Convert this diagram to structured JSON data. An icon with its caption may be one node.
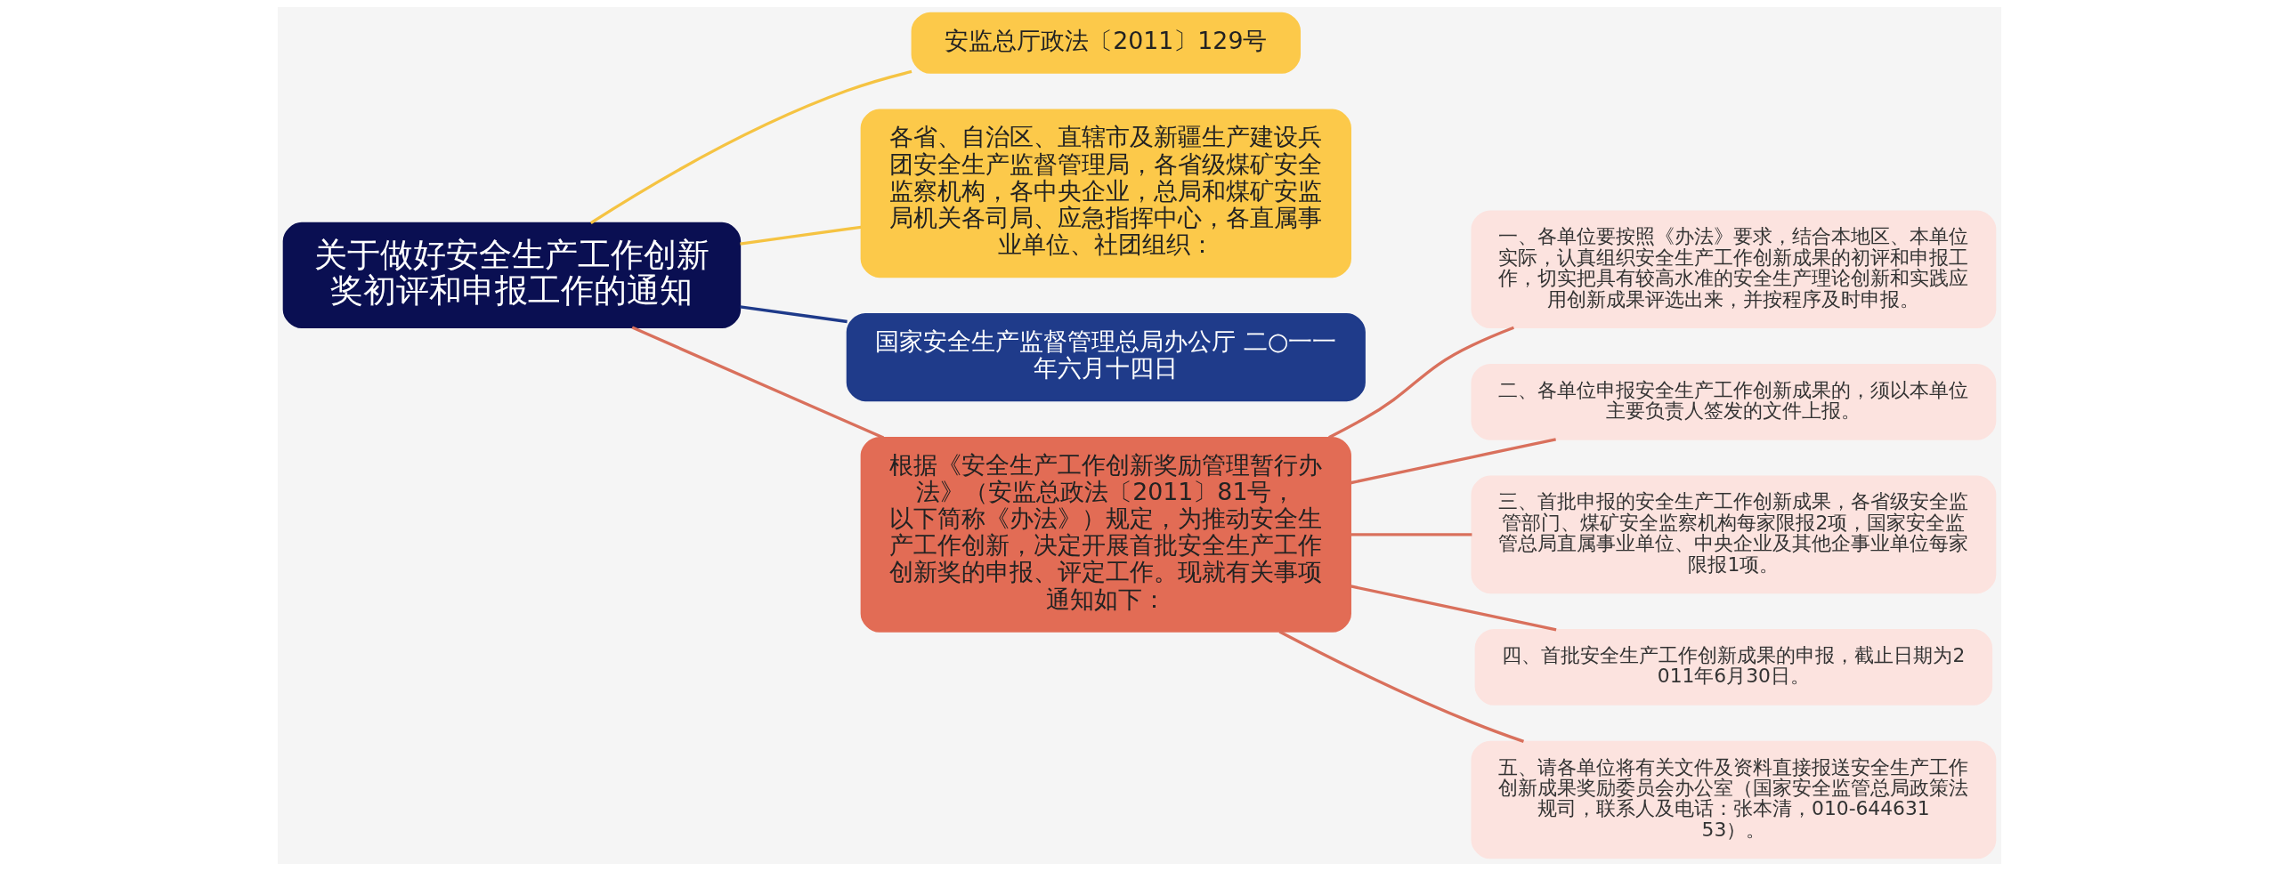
{
  "diagram": {
    "nodes": [
      {
        "text": [
          "安监总厅政法〔2011〕129号"
        ]
      },
      {
        "text": [
          "各省、自治区、直辖市及新疆生产建设兵团安全生产监督管理局，各省级煤矿安全监察机构，各中央企业，总局和煤矿安监局机关各司局、应急指挥中心，各直属事业单位、社团组织："
        ]
      },
      {
        "text": [
          "关于做好安全生产工作创新奖初评和申报工作的通知"
        ]
      },
      {
        "text": [
          "国家安全生产监督管理总局办公厅 二○一一年六月十四日"
        ]
      },
      {
        "text": [
          "根据《安全生产工作创新奖励管理暂行办法》（安监总政法〔2011〕81号，以下简称《办法》）规定，为推动安全生产工作创新，决定开展首批安全生产工作创新奖的申报、评定工作。现就有关事项通知如下："
        ]
      },
      {
        "text": [
          "一、各单位要按照《办法》要求，结合本地区、本单位实际，认真组织安全生产工作创新成果的初评和申报工作，切实把具有较高水准的安全生产理论创新和实践应用创新成果评选出来，并按程序及时申报。"
        ]
      },
      {
        "text": [
          "二、各单位申报安全生产工作创新成果的，须以本单位主要负责人签发的文件上报。"
        ]
      },
      {
        "text": [
          "三、首批申报的安全生产工作创新成果，各省级安全监管部门、煤矿安全监察机构每家限报2项，国家安全监管总局直属事业单位、中央企业及其他企事业单位每家限报1项。"
        ]
      },
      {
        "text": [
          "四、首批安全生产工作创新成果的申报，截止日期为2011年6月30日。"
        ]
      },
      {
        "text": [
          "五、请各单位将有关文件及资料直接报送安全生产工作创新成果奖励委员会办公室（国家安全监管总局政策法规司，联系人及电话：张本清，010-64463153）。"
        ]
      }
    ],
    "edges": [
      {
        "from": 2,
        "to": 0,
        "arrow": "none",
        "color": "#f5c342"
      },
      {
        "from": 2,
        "to": 1,
        "arrow": "none",
        "color": "#f5c342"
      },
      {
        "from": 2,
        "to": 3,
        "arrow": "none",
        "color": "#1e3a8a"
      },
      {
        "from": 2,
        "to": 4,
        "arrow": "none"
      },
      {
        "from": 4,
        "to": 5,
        "arrow": "none"
      },
      {
        "from": 4,
        "to": 6,
        "arrow": "none"
      },
      {
        "from": 4,
        "to": 7,
        "arrow": "none"
      },
      {
        "from": 4,
        "to": 8,
        "arrow": "none"
      },
      {
        "from": 4,
        "to": 9,
        "arrow": "none"
      }
    ]
  }
}
